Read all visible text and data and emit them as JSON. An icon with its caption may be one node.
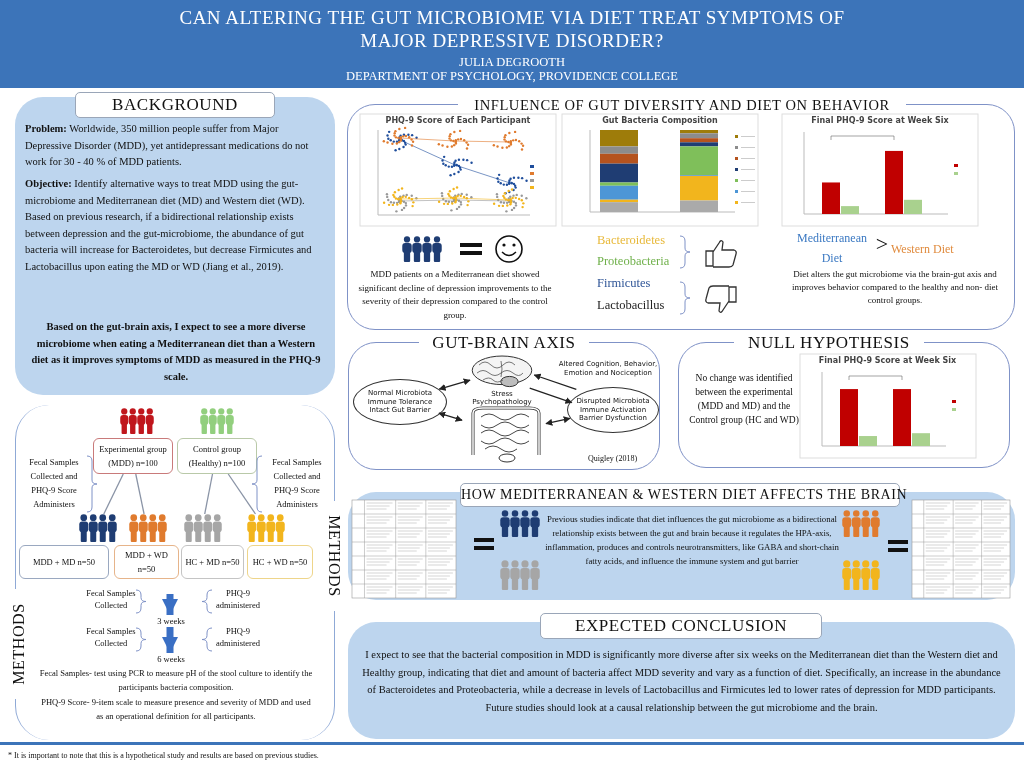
{
  "diagram": {
    "title": "CAN ALTERING THE GUT MICROBIOME VIA DIET TREAT SYMPTOMS OF MAJOR DEPRESSIVE DISORDER?",
    "nodes": [
      {
        "text": [
          "BACKGROUND",
          "**Problem:** Worldwide, 350 million people suffer from Major Depressive Disorder (MDD), yet antidepressant medications do not work for 30 - 40 % of MDD patients.",
          "**Objective:** Identify alternative ways to treat MDD using the gut-microbiome and Mediterranean diet (MD) and Western diet (WD). Based on previous research, if a bidirectional relationship exists between depression and the gut-microbiome, the abundance of gut bacteria will increase for Bacteroidetes, but decrease Firmicutes and Lactobacillus upon eating the MD or WD (Jiang et al., 2019).",
          "Based on the gut-brain axis, I expect to see a more diverse microbiome when eating a Mediterranean diet than a Western diet as it improves symptoms of MDD as measured in the PHQ-9 scale."
        ]
      },
      {
        "text": [
          "METHODS",
          "METHODS"
        ]
      },
      {
        "text": [
          "Experimental group (MDD) n=100"
        ],
        "in": 1
      },
      {
        "text": [
          "Control group (Healthy) n=100"
        ],
        "in": 1
      },
      {
        "text": [],
        "shape": "person",
        "in": 1
      },
      {
        "text": [],
        "shape": "person",
        "in": 1
      },
      {
        "text": [],
        "shape": "person",
        "in": 1
      },
      {
        "text": [],
        "shape": "person",
        "in": 1
      },
      {
        "text": [
          "MDD + MD n=50"
        ],
        "in": 1
      },
      {
        "text": [
          "MDD + WD n=50"
        ],
        "in": 1
      },
      {
        "text": [
          "HC + MD n=50"
        ],
        "in": 1
      },
      {
        "text": [
          "HC + WD n=50"
        ],
        "in": 1
      },
      {
        "text": [
          "3 weeks"
        ],
        "in": 1
      },
      {
        "text": [
          "6 weeks"
        ],
        "in": 1
      },
      {
        "text": [
          "INFLUENCE OF GUT DIVERSITY AND DIET ON BEHAVIOR"
        ]
      },
      {
        "text": [
          "GUT-BRAIN AXIS"
        ]
      },
      {
        "text": [
          "Normal Microbiota Immune Tolerance Intact Gut Barrier"
        ],
        "in": 15
      },
      {
        "text": [],
        "shape": "picture",
        "in": 15
      },
      {
        "text": [
          "Disrupted Microbiota Immune Activation Barrier Dysfunction"
        ],
        "in": 15
      },
      {
        "text": [],
        "shape": "picture",
        "in": 15
      },
      {
        "text": [
          "NULL HYPOTHESIS",
          "No change was identified between the experimental (MDD and MD) and the Control group (HC and WD)"
        ]
      },
      {
        "text": [
          "HOW MEDITERRANEAN & WESTERN DIET AFFECTS THE BRAIN",
          "Previous studies indicate that diet influences the gut microbiome as a bidirectional relationship exists between the gut and brain because it regulates the HPA-axis, inflammation, produces and controls neurotransmitters, like GABA and short-chain fatty acids, and influence the immune system and gut barrier"
        ]
      },
      {
        "text": [
          "EXPECTED CONCLUSION",
          "I expect to see that the bacterial composition in MDD is significantly more diverse after six weeks on the Mediterranean diet than the Western diet and Healthy group, indicating that diet and amount of bacteria affect MDD severity and vary as a function of diet. Specifically, an increase in the abundance of Bacteroidetes and Proteobacteria, while a decrease in levels of Lactobacillus and Firmicutes led to lower rates of depression for MDD participants. Future studies should look at a causal relationship between the gut microbiome and the brain."
        ]
      }
    ],
    "edges": [
      {
        "from": 2,
        "to": 4,
        "arrow": "none",
        "color": "#8a94a6"
      },
      {
        "from": 2,
        "to": 5,
        "arrow": "none",
        "color": "#8a94a6"
      },
      {
        "from": 3,
        "to": 6,
        "arrow": "none",
        "color": "#8a94a6"
      },
      {
        "from": 3,
        "to": 7,
        "arrow": "none",
        "color": "#8a94a6"
      },
      {
        "from": null,
        "to": 12,
        "arrow": "to",
        "style": "thick",
        "color": "#3a6fc4"
      },
      {
        "from": 12,
        "to": 13,
        "arrow": "to",
        "style": "thick",
        "color": "#3a6fc4"
      },
      {
        "from": 16,
        "to": 17,
        "arrow": "both"
      },
      {
        "from": 18,
        "to": 17,
        "arrow": "to"
      },
      {
        "from": 17,
        "to": 18,
        "arrow": "to"
      },
      {
        "from": 16,
        "to": 19,
        "arrow": "both"
      },
      {
        "from": 19,
        "to": 18,
        "arrow": "both"
      }
    ],
    "labels": [
      "JULIA DEGROOTH",
      "DEPARTMENT OF PSYCHOLOGY, PROVIDENCE COLLEGE",
      "PHQ-9 Score of Each Participant",
      "Gut Bacteria Composition",
      "Final PHQ-9 Score at Week Six",
      "MDD patients on a Mediterranean diet showed significant decline of depression improvements to the severity of their depression compared to the control group.",
      "Bacteroidetes",
      "Proteobacteria",
      "Firmicutes",
      "Lactobacillus",
      "Mediterranean Diet",
      ">",
      "Western Diet",
      "Diet alters the gut microbiome via the brain-gut axis and improves behavior compared to the healthy and non- diet control groups.",
      "Altered Cognition, Behavior, Emotion and Nociception",
      "Stress Psychopathology",
      "Quigley (2018)",
      "Final PHQ-9 Score at Week Six",
      "Fecal Samples Collected and PHQ-9 Score Administers",
      "Fecal Samples Collected and PHQ-9 Score Administers",
      "Fecal Samples Collected",
      "PHQ-9 administered",
      "Fecal Samples Collected",
      "PHQ-9 administered",
      "Fecal Samples- test using PCR to measure pH of the stool culture to identify the participants bacteria composition.",
      "PHQ-9 Score- 9-item scale to measure presence and severity of MDD and used as an operational definition for all participants.",
      "* It is important to note that this is a hypothetical study and results are based on previous studies."
    ]
  }
}
